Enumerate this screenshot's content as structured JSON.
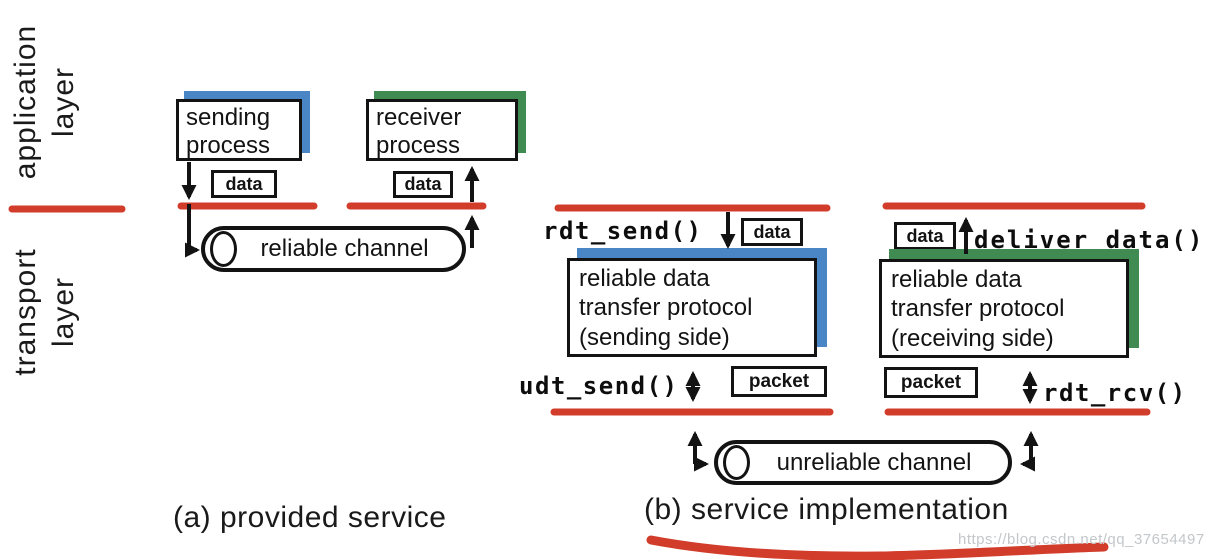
{
  "colors": {
    "red_line": "#d23c2a",
    "blue_shadow": "#4a86c6",
    "green_shadow": "#3f8b51",
    "ink": "#131313",
    "watermark": "#c3c7ca"
  },
  "layers": {
    "application": "application\nlayer",
    "transport": "transport\nlayer"
  },
  "diagram_a": {
    "sending_process": "sending\nprocess",
    "receiver_process": "receiver\nprocess",
    "data_left": "data",
    "data_right": "data",
    "channel": "reliable channel",
    "caption": "(a)  provided service"
  },
  "diagram_b": {
    "rdt_send": "rdt_send()",
    "udt_send": "udt_send()",
    "deliver_data": "deliver_data()",
    "rdt_rcv": "rdt_rcv()",
    "data_in": "data",
    "data_out": "data",
    "packet_out": "packet",
    "packet_in": "packet",
    "sending_box": "reliable data\ntransfer protocol\n(sending side)",
    "receiving_box": "reliable data\ntransfer protocol\n(receiving side)",
    "channel": "unreliable channel",
    "caption": "(b) service implementation"
  },
  "watermark": {
    "text": "https://blog.csdn.net/qq_37654497"
  }
}
